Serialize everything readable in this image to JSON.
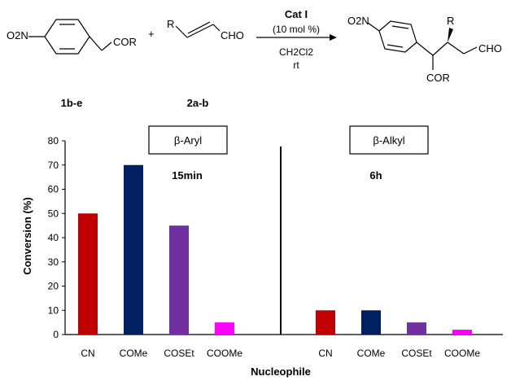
{
  "scheme": {
    "nitro_left": "O2N",
    "cor_left": "COR",
    "plus": "+",
    "r_label": "R",
    "cho_label": "CHO",
    "catalyst": "Cat I",
    "loading": "(10 mol %)",
    "solvent": "CH2Cl2",
    "temperature": "rt",
    "nitro_product": "O2N",
    "r_product": "R",
    "cho_product": "CHO",
    "cor_product": "COR",
    "label_nucleophile": "1b-e",
    "label_enal": "2a-b"
  },
  "chart_data": {
    "type": "bar",
    "ylabel": "Conversion (%)",
    "xlabel": "Nucleophile",
    "ylim": [
      0,
      80
    ],
    "yticks": [
      0,
      10,
      20,
      30,
      40,
      50,
      60,
      70,
      80
    ],
    "grid": false,
    "colors": [
      "#c00000",
      "#002060",
      "#7030a0",
      "#ff00ff"
    ],
    "groups": [
      {
        "panel_label": "β-Aryl",
        "time_label": "15min",
        "categories": [
          "CN",
          "COMe",
          "COSEt",
          "COOMe"
        ],
        "values": [
          50,
          70,
          45,
          5
        ]
      },
      {
        "panel_label": "β-Alkyl",
        "time_label": "6h",
        "categories": [
          "CN",
          "COMe",
          "COSEt",
          "COOMe"
        ],
        "values": [
          10,
          10,
          5,
          2
        ]
      }
    ]
  }
}
